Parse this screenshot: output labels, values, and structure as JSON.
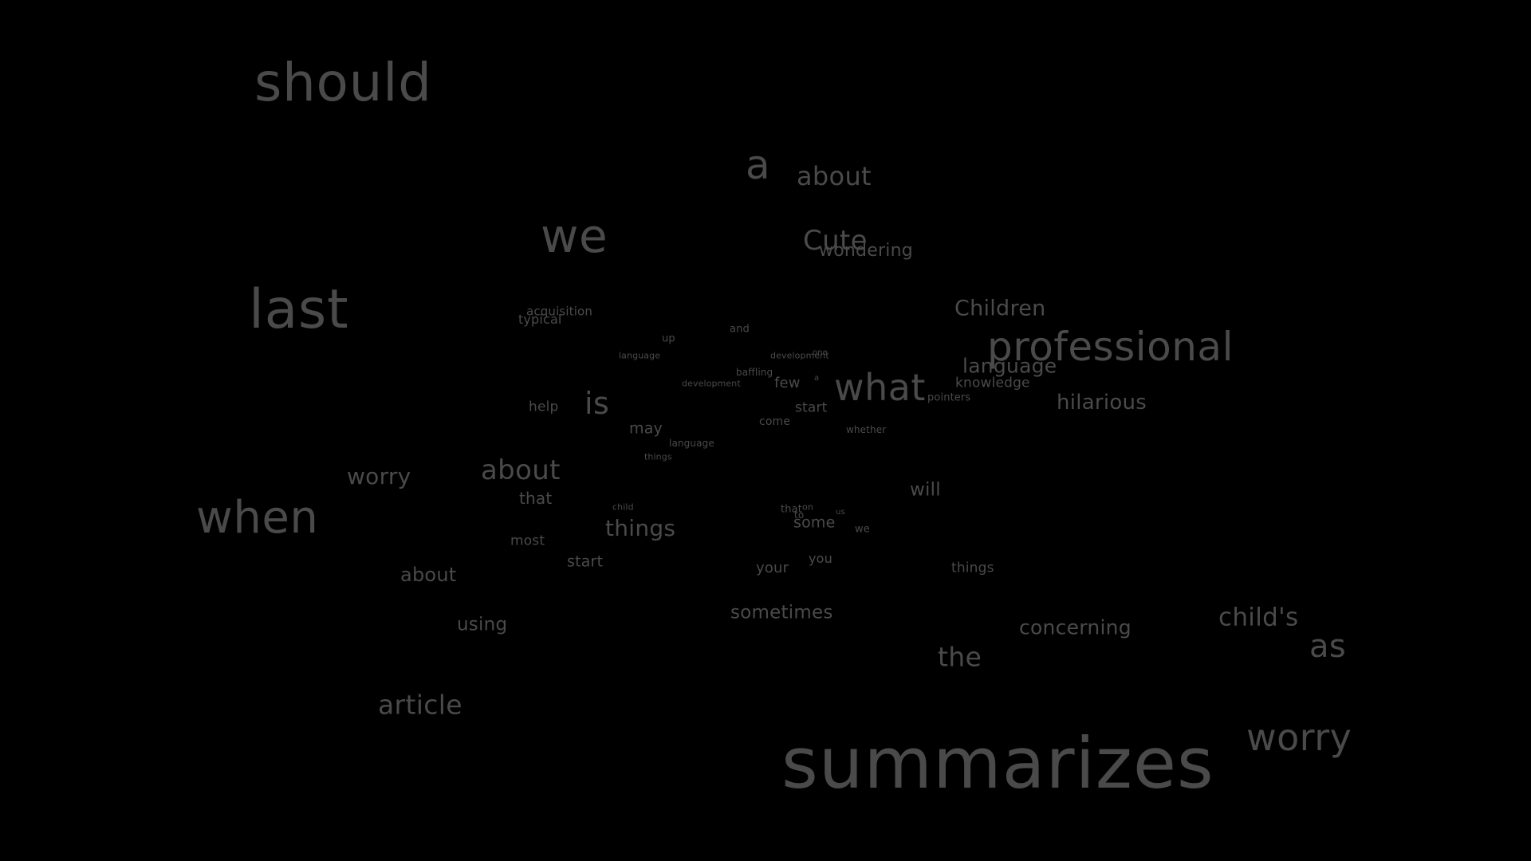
{
  "colors": {
    "background": "#000000",
    "text": "#4a4a4a"
  },
  "words": [
    {
      "text": "should"
    },
    {
      "text": "a"
    },
    {
      "text": "about"
    },
    {
      "text": "we"
    },
    {
      "text": "Cute"
    },
    {
      "text": "wondering"
    },
    {
      "text": "last"
    },
    {
      "text": "acquisition"
    },
    {
      "text": "typical"
    },
    {
      "text": "up"
    },
    {
      "text": "and"
    },
    {
      "text": "Children"
    },
    {
      "text": "professional"
    },
    {
      "text": "language"
    },
    {
      "text": "development"
    },
    {
      "text": "one"
    },
    {
      "text": "baffling"
    },
    {
      "text": "a"
    },
    {
      "text": "language"
    },
    {
      "text": "development"
    },
    {
      "text": "few"
    },
    {
      "text": "what"
    },
    {
      "text": "knowledge"
    },
    {
      "text": "pointers"
    },
    {
      "text": "hilarious"
    },
    {
      "text": "help"
    },
    {
      "text": "is"
    },
    {
      "text": "start"
    },
    {
      "text": "come"
    },
    {
      "text": "may"
    },
    {
      "text": "whether"
    },
    {
      "text": "language"
    },
    {
      "text": "things"
    },
    {
      "text": "worry"
    },
    {
      "text": "about"
    },
    {
      "text": "when"
    },
    {
      "text": "that"
    },
    {
      "text": "will"
    },
    {
      "text": "child"
    },
    {
      "text": "that"
    },
    {
      "text": "on"
    },
    {
      "text": "to"
    },
    {
      "text": "us"
    },
    {
      "text": "some"
    },
    {
      "text": "things"
    },
    {
      "text": "we"
    },
    {
      "text": "most"
    },
    {
      "text": "you"
    },
    {
      "text": "start"
    },
    {
      "text": "your"
    },
    {
      "text": "things"
    },
    {
      "text": "about"
    },
    {
      "text": "sometimes"
    },
    {
      "text": "using"
    },
    {
      "text": "concerning"
    },
    {
      "text": "child's"
    },
    {
      "text": "as"
    },
    {
      "text": "the"
    },
    {
      "text": "article"
    },
    {
      "text": "worry"
    },
    {
      "text": "summarizes"
    }
  ]
}
